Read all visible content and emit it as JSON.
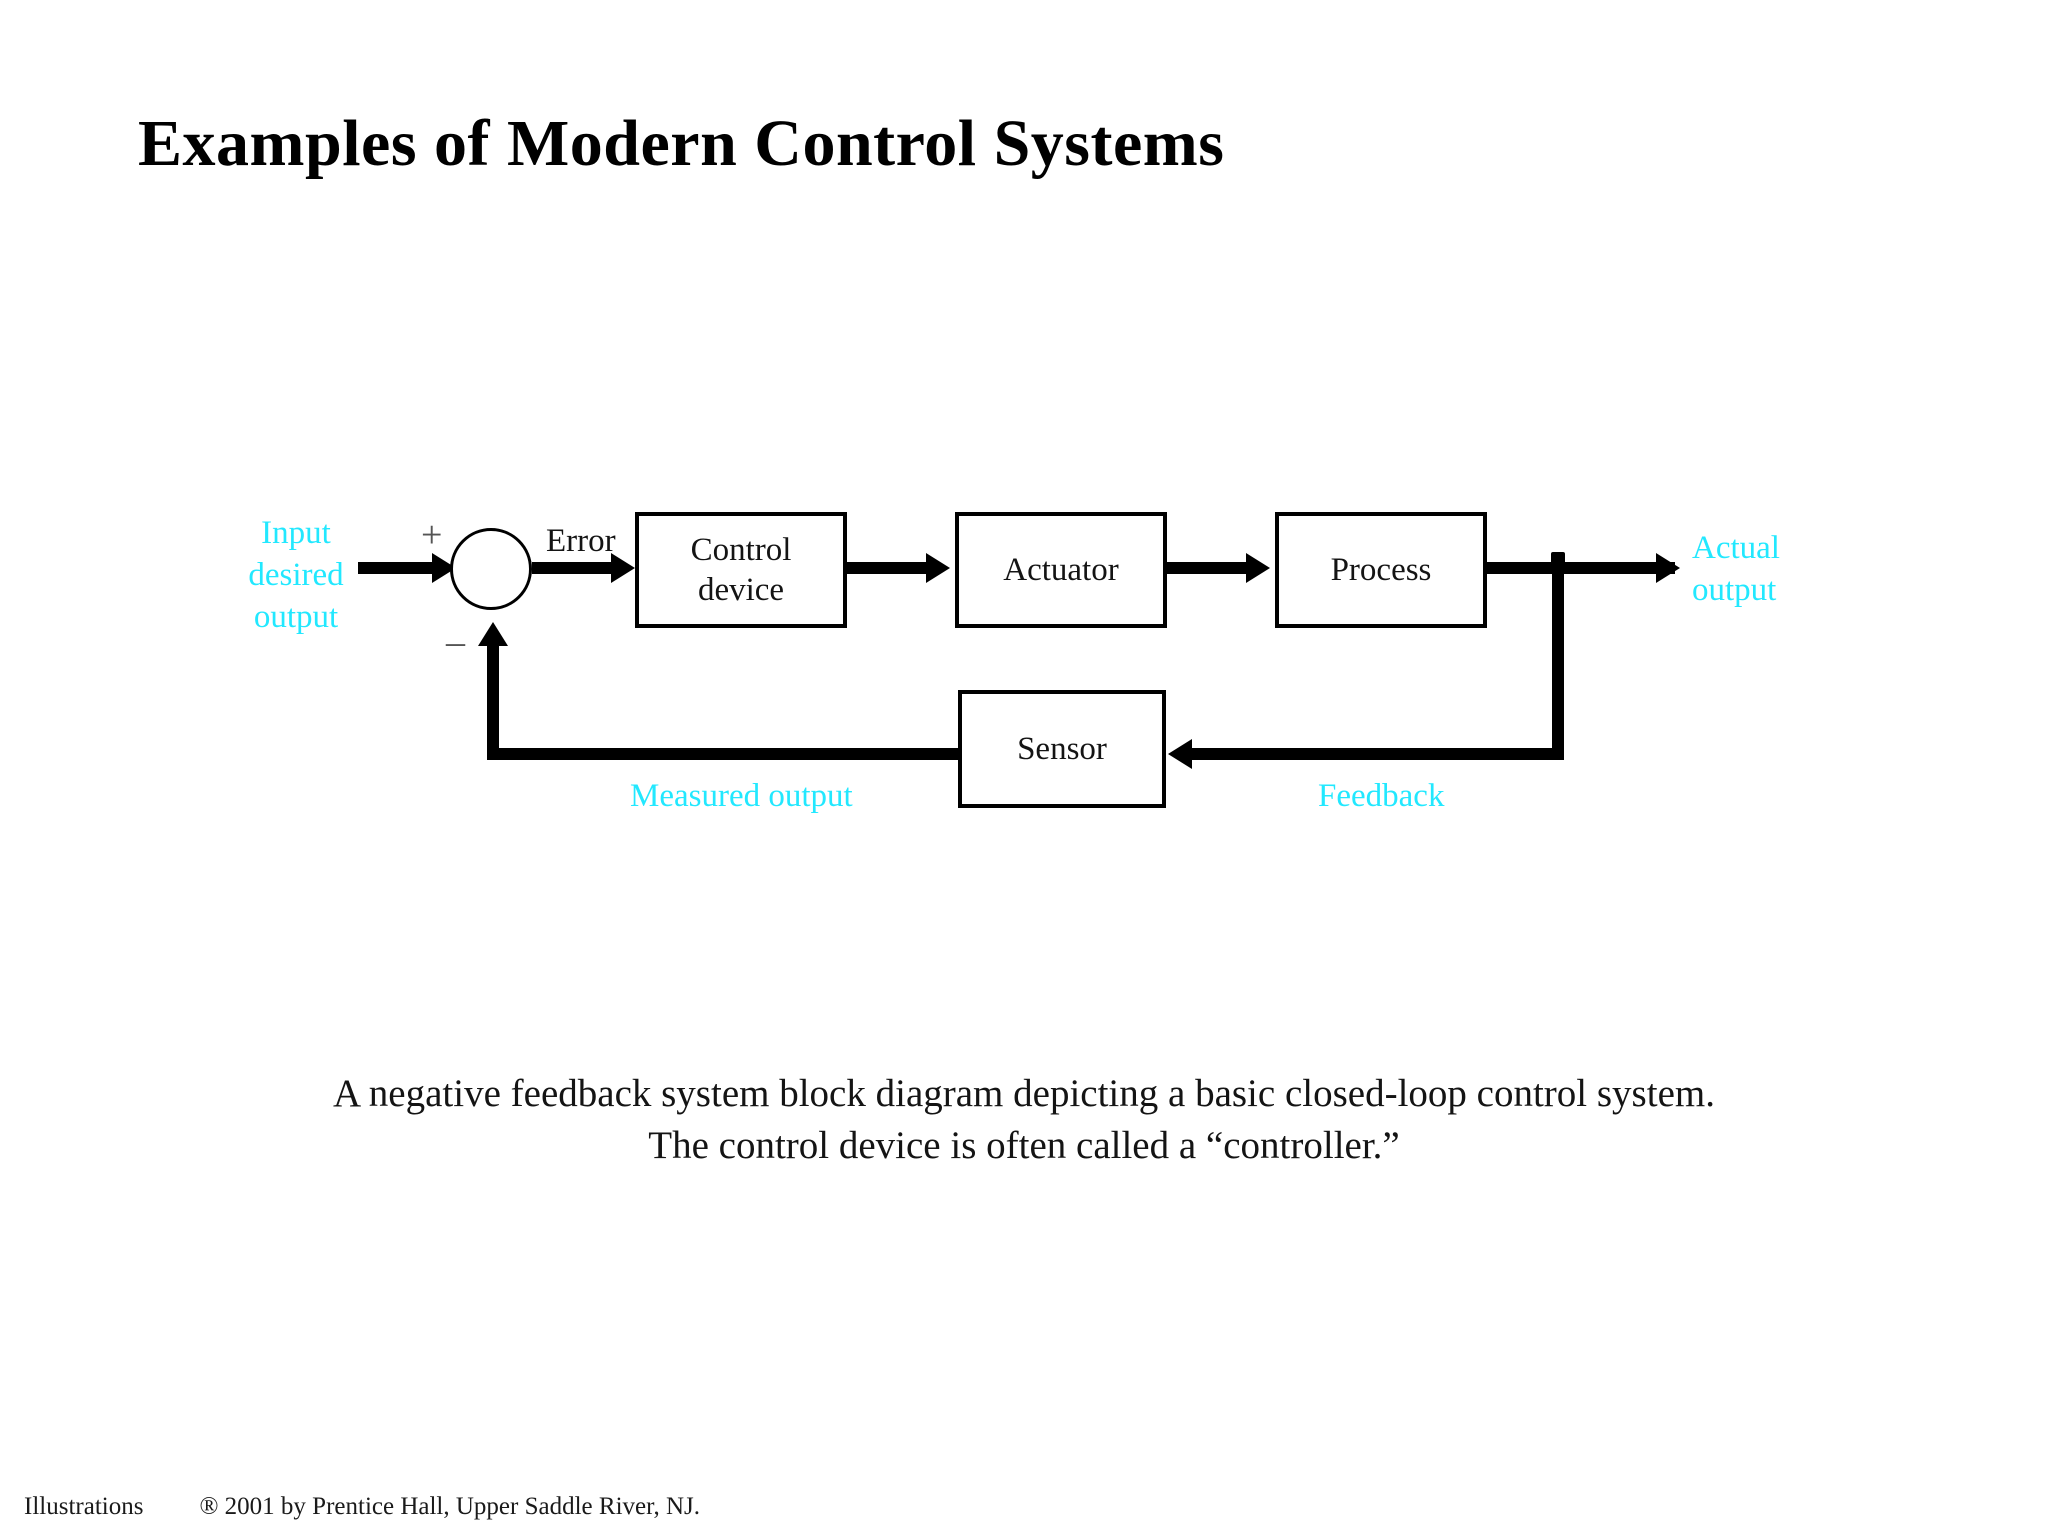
{
  "slide": {
    "title": "Examples of Modern Control Systems"
  },
  "diagram": {
    "blocks": [
      {
        "id": "control-device",
        "label_line1": "Control",
        "label_line2": "device"
      },
      {
        "id": "actuator",
        "label": "Actuator"
      },
      {
        "id": "process",
        "label": "Process"
      },
      {
        "id": "sensor",
        "label": "Sensor"
      }
    ],
    "signals": {
      "input": "Input\ndesired\noutput",
      "input_line1": "Input",
      "input_line2": "desired",
      "input_line3": "output",
      "error": "Error",
      "actual_output_line1": "Actual",
      "actual_output_line2": "output",
      "measured_output": "Measured output",
      "feedback": "Feedback",
      "plus_sign": "+",
      "minus_sign": "–"
    },
    "colors": {
      "signal_label": "#22E8FF",
      "block_stroke": "#000000",
      "block_text": "#141414",
      "background": "#ffffff"
    }
  },
  "caption": {
    "line1": "A negative feedback system block diagram depicting a basic closed-loop control system.",
    "line2": "The control device is often called a “controller.”"
  },
  "footer": {
    "label": "Illustrations",
    "credit": "® 2001 by Prentice Hall, Upper Saddle River, NJ."
  }
}
